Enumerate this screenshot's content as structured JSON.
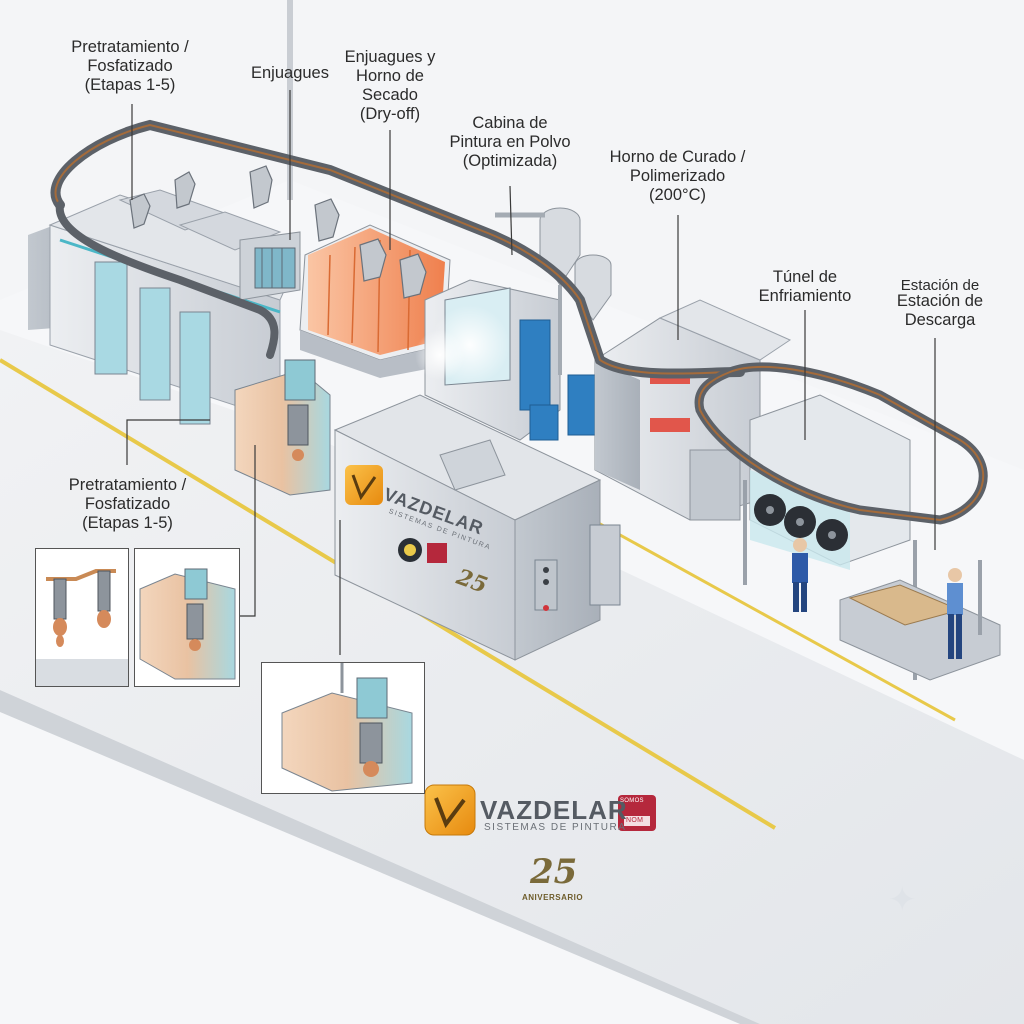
{
  "labels": {
    "pretreatment_top": "Pretratamiento /\nFosfatizado\n(Etapas 1-5)",
    "rinses": "Enjuagues",
    "rinses_dryoff": "Enjuagues y\nHorno de\nSecado\n(Dry-off)",
    "powder_booth": "Cabina de\nPintura en Polvo\n(Optimizada)",
    "curing_oven": "Horno de Curado /\nPolimerizado\n(200°C)",
    "cooling_tunnel": "Túnel de\nEnfriamiento",
    "unload_station_line1": "Estación de",
    "unload_station_line2": "Estación de\nDescarga",
    "pretreatment_bottom": "Pretratamiento /\nFosfatizado\n(Etapas 1-5)"
  },
  "branding": {
    "company": "VAZDELAR",
    "company_tagline": "SISTEMAS DE PINTURA",
    "machine_company": "VAZDELAR",
    "machine_tagline": "SISTEMAS DE PINTURA",
    "anniversary_number": "25",
    "anniversary_text": "ANIVERSARIO",
    "cert_badge_text": "SOMOS",
    "cert_badge_small": "NOM",
    "sparkle": "✦"
  },
  "colors": {
    "floor": "#e9ebee",
    "floor_edge": "#cfd3d8",
    "safety_line": "#e8c94a",
    "machine_gray": "#d9dde2",
    "machine_dark": "#b8bec6",
    "conveyor": "#5c6168",
    "oven_orange": "#f39a63",
    "tank_blue": "#9fd3dd",
    "tank_peach": "#f2c9a6",
    "booth_blue": "#2f7fc1",
    "brand_orange": "#f4a21c",
    "cert_red": "#b5283c",
    "worker_blue": "#2e5aa8"
  }
}
